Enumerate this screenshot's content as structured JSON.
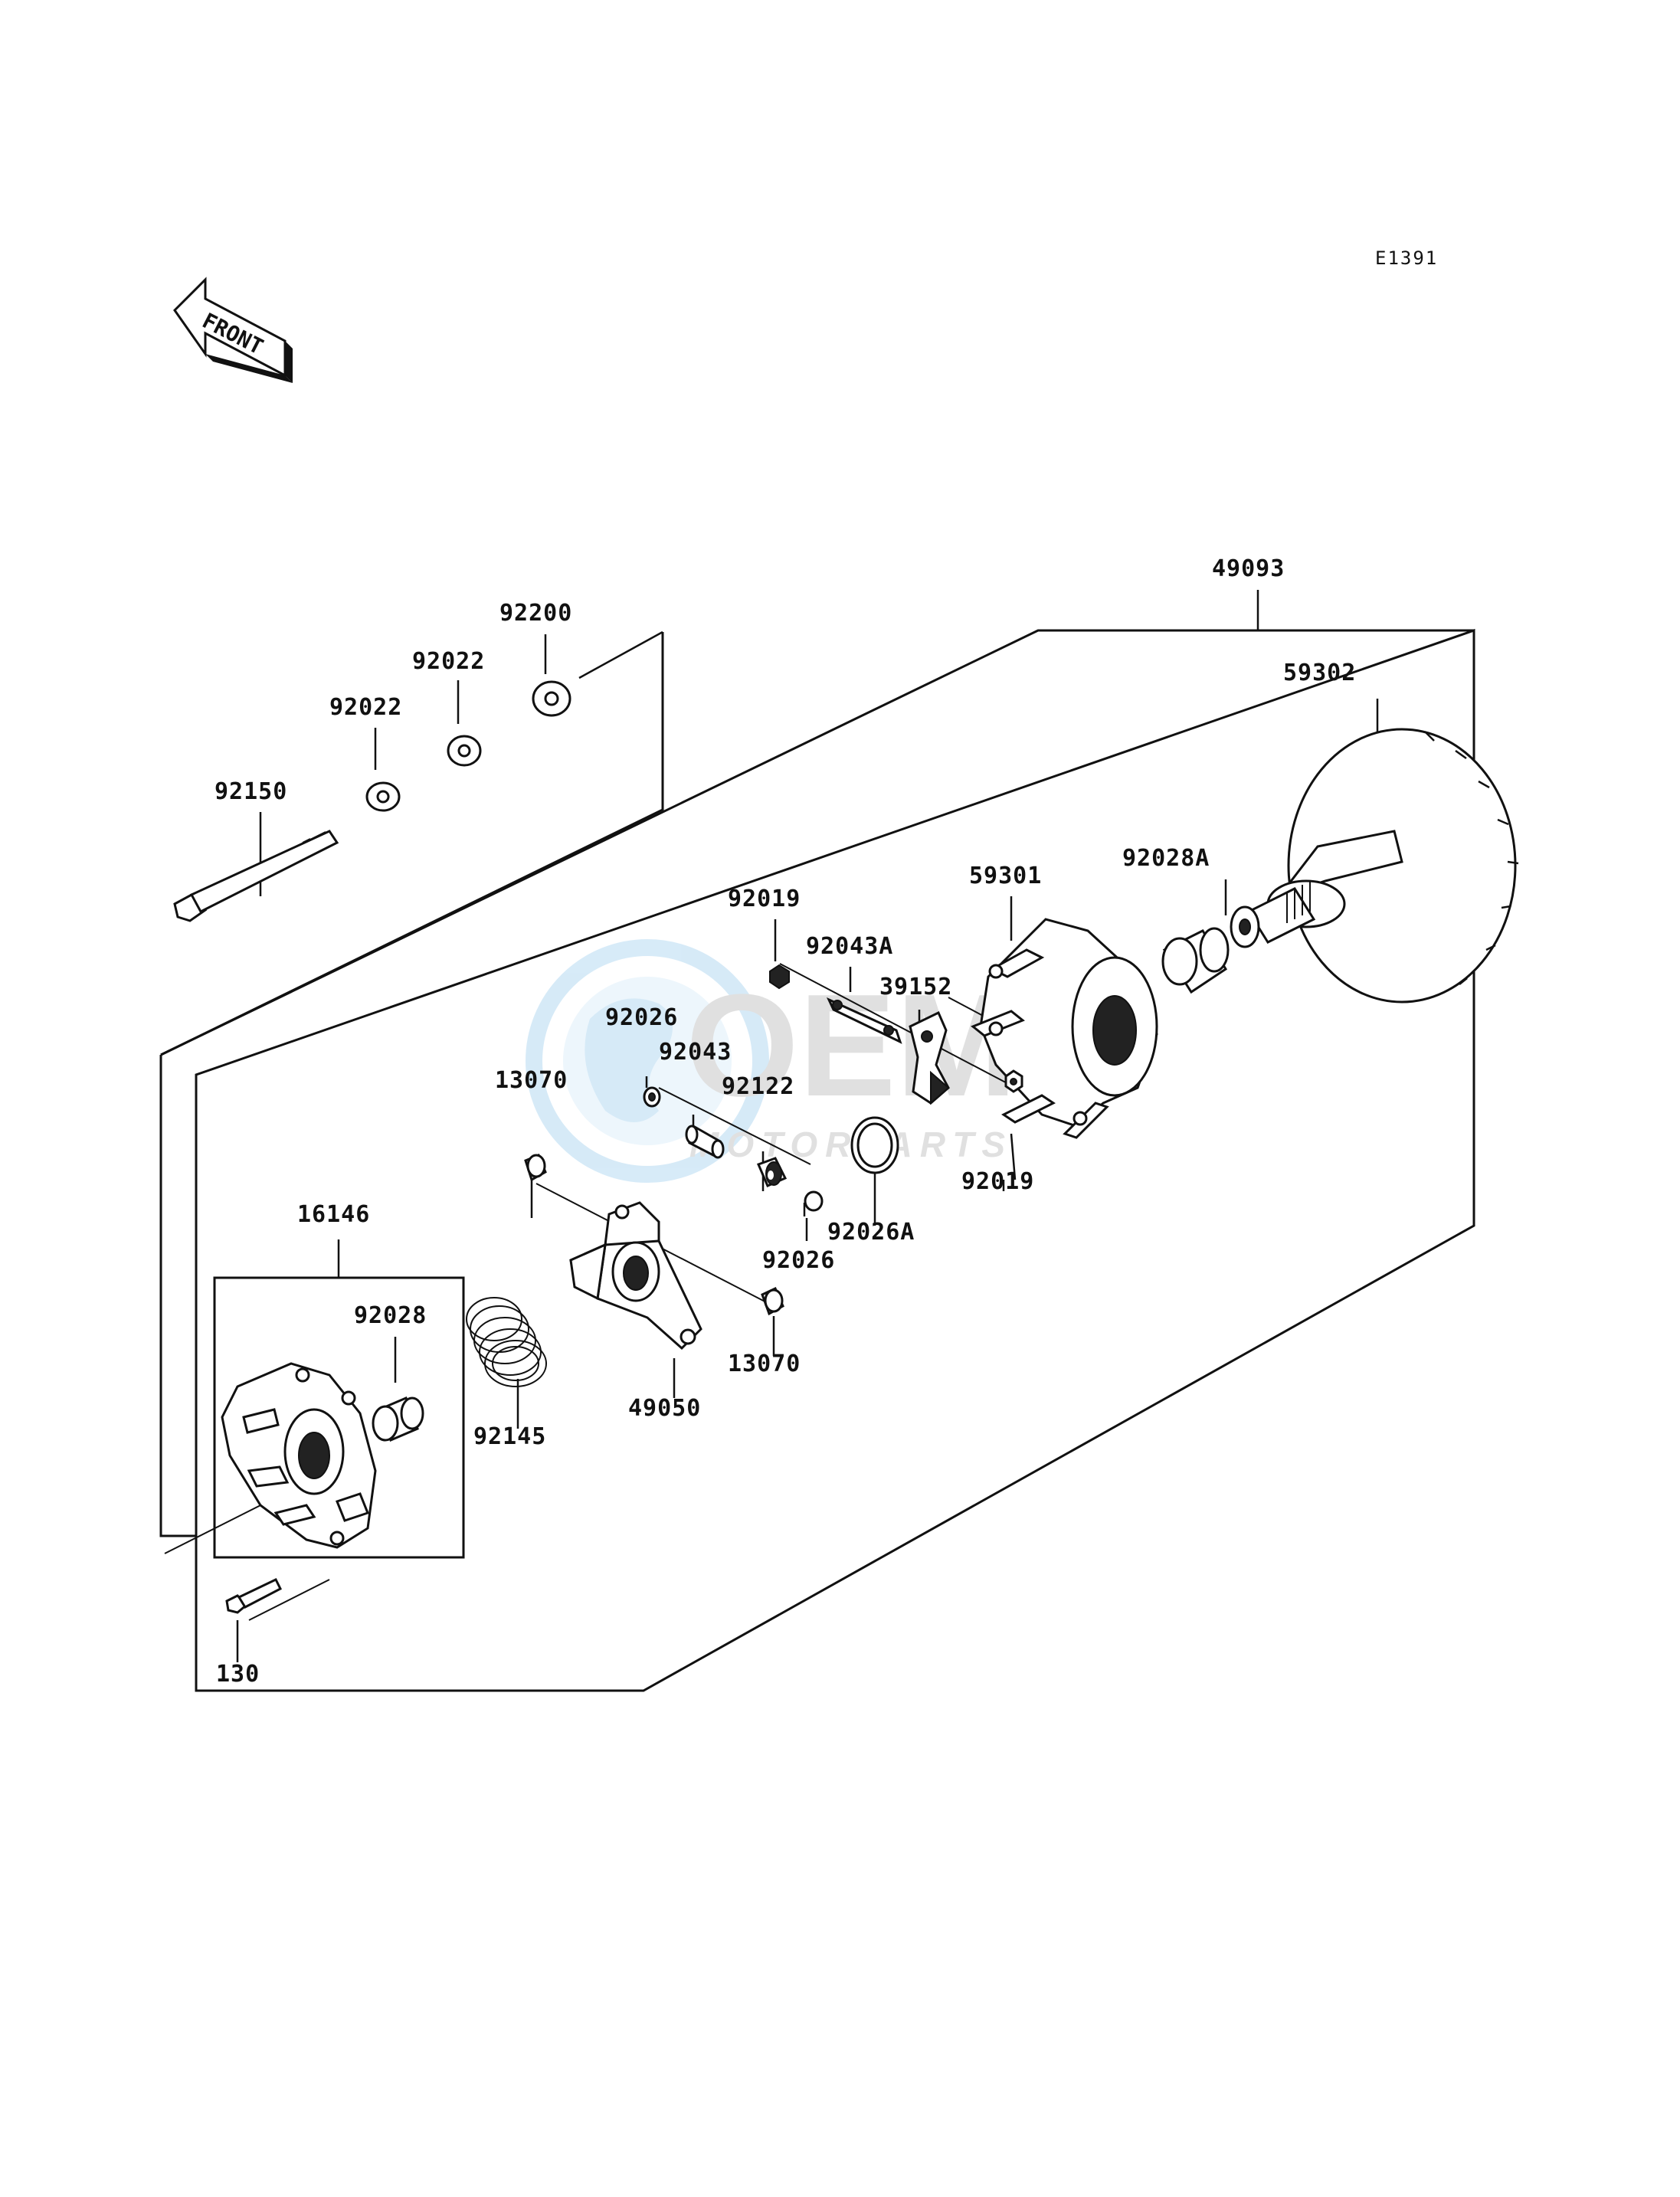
{
  "diagram": {
    "code": "E1391",
    "front_label": "FRONT",
    "watermark": {
      "brand": "OEM",
      "sub": "MOTORPARTS"
    },
    "parts": [
      {
        "key": "p49093",
        "label": "49093"
      },
      {
        "key": "p59302",
        "label": "59302"
      },
      {
        "key": "p92200",
        "label": "92200"
      },
      {
        "key": "p92022a",
        "label": "92022"
      },
      {
        "key": "p92022b",
        "label": "92022"
      },
      {
        "key": "p92150",
        "label": "92150"
      },
      {
        "key": "p92028A",
        "label": "92028A"
      },
      {
        "key": "p59301",
        "label": "59301"
      },
      {
        "key": "p92019a",
        "label": "92019"
      },
      {
        "key": "p92043A",
        "label": "92043A"
      },
      {
        "key": "p39152",
        "label": "39152"
      },
      {
        "key": "p92026a",
        "label": "92026"
      },
      {
        "key": "p92043",
        "label": "92043"
      },
      {
        "key": "p92122",
        "label": "92122"
      },
      {
        "key": "p13070a",
        "label": "13070"
      },
      {
        "key": "p92019b",
        "label": "92019"
      },
      {
        "key": "p92026A",
        "label": "92026A"
      },
      {
        "key": "p92026b",
        "label": "92026"
      },
      {
        "key": "p16146",
        "label": "16146"
      },
      {
        "key": "p92028",
        "label": "92028"
      },
      {
        "key": "p13070b",
        "label": "13070"
      },
      {
        "key": "p92145",
        "label": "92145"
      },
      {
        "key": "p49050",
        "label": "49050"
      },
      {
        "key": "p130",
        "label": "130"
      }
    ]
  }
}
